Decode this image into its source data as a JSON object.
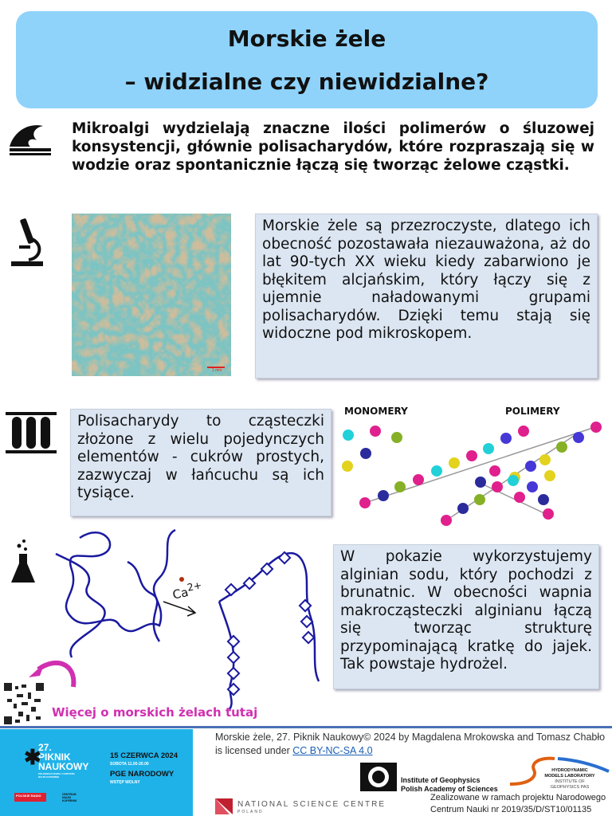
{
  "title": {
    "line1": "Morskie żele",
    "line2": "– widzialne czy niewidzialne?"
  },
  "intro": "Mikroalgi wydzielają znaczne ilości polimerów o śluzowej konsystencji, głównie polisacharydów, które rozpraszają się w wodzie oraz spontanicznie łączą się tworząc żelowe cząstki.",
  "microscope_text": "Morskie żele są przezroczyste, dlatego ich obecność pozostawała niezauważona, aż do lat 90-tych XX wieku kiedy zabarwiono je błękitem alcjańskim, który łączy się z ujemnie naładowanymi grupami polisacharydów. Dzięki temu stają się widoczne pod mikroskopem.",
  "scale_bar": "1 mm",
  "polysaccharide_text": "Polisacharydy to cząsteczki złożone z wielu pojedynczych elementów - cukrów prostych, zazwyczaj w łańcuchu są ich tysiące.",
  "diagram": {
    "monomers": "MONOMERY",
    "polymers": "POLIMERY",
    "colors": {
      "cyan": "#22d0d8",
      "magenta": "#e0208c",
      "olive": "#86b025",
      "navy": "#2b2b9c",
      "yellow": "#e3d21e",
      "blue": "#4638d6"
    }
  },
  "alginate": {
    "ion": "Ca",
    "charge": "2+"
  },
  "alginate_text": "W pokazie wykorzystujemy alginian sodu, który pochodzi z brunatnic. W obecności wapnia makrocząsteczki alginianu łączą się tworząc strukturę przypominającą kratkę do jajek. Tak powstaje hydrożel.",
  "qr_link": "Więcej o morskich żelach tutaj",
  "footer": {
    "license_text": "Morskie żele, 27. Piknik Naukowy© 2024 by Magdalena Mrokowska and Tomasz Chabło is licensed under ",
    "license_link": "CC BY-NC-SA 4.0",
    "festival": {
      "number": "27.",
      "name1": "PIKNIK",
      "name2": "NAUKOWY",
      "sub": "POLSKIEGO RADIA I CENTRUM NAUKI KOPERNIK",
      "date": "15 CZERWCA 2024",
      "time": "SOBOTA 11.00-20.00",
      "venue": "PGE NARODOWY",
      "entry": "WSTĘP WOLNY",
      "radio": "POLSKIE RADIO",
      "cnk": "CENTRUM NAUKI KOPERNIK"
    },
    "igf1": "Institute of Geophysics",
    "igf2": "Polish Academy of Sciences",
    "hml1": "HYDRODYNAMIC",
    "hml2": "MODELS LABORATORY",
    "hml3": "INSTITUTE OF GEOPHYSICS PAS",
    "ncn": "NATIONAL SCIENCE CENTRE",
    "ncn_sub": "POLAND",
    "project": "Zealizowane w ramach projektu Narodowego Centrum Nauki nr 2019/35/D/ST10/01135"
  }
}
